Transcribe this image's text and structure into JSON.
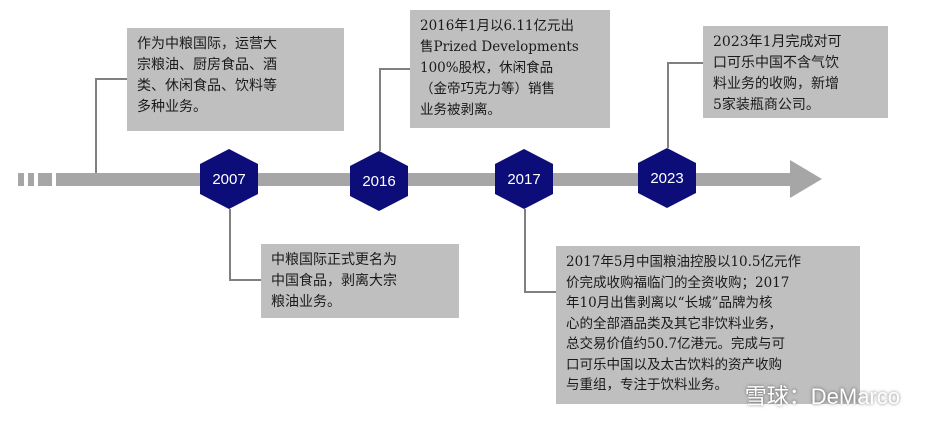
{
  "colors": {
    "axis": "#a6a6a6",
    "hexagon": "#0d0d7a",
    "box": "#bfbfbf",
    "connector": "#808080"
  },
  "timeline": {
    "years": [
      "2007",
      "2016",
      "2017",
      "2023"
    ]
  },
  "events": {
    "e2007_top": "作为中粮国际，运营大\n宗粮油、厨房食品、酒\n类、休闲食品、饮料等\n多种业务。",
    "e2007_bottom": "中粮国际正式更名为\n中国食品，剥离大宗\n粮油业务。",
    "e2016": "2016年1月以6.11亿元出\n售Prized Developments\n100%股权，休闲食品\n（金帝巧克力等）销售\n业务被剥离。",
    "e2017": "2017年5月中国粮油控股以10.5亿元作\n价完成收购福临门的全资收购；2017\n年10月出售剥离以“长城”品牌为核\n心的全部酒品类及其它非饮料业务，\n总交易价值约50.7亿港元。完成与可\n口可乐中国以及太古饮料的资产收购\n与重组，专注于饮料业务。",
    "e2023": "2023年1月完成对可\n口可乐中国不含气饮\n料业务的收购，新增\n5家装瓶商公司。"
  },
  "watermark": "雪球：DeMarco"
}
